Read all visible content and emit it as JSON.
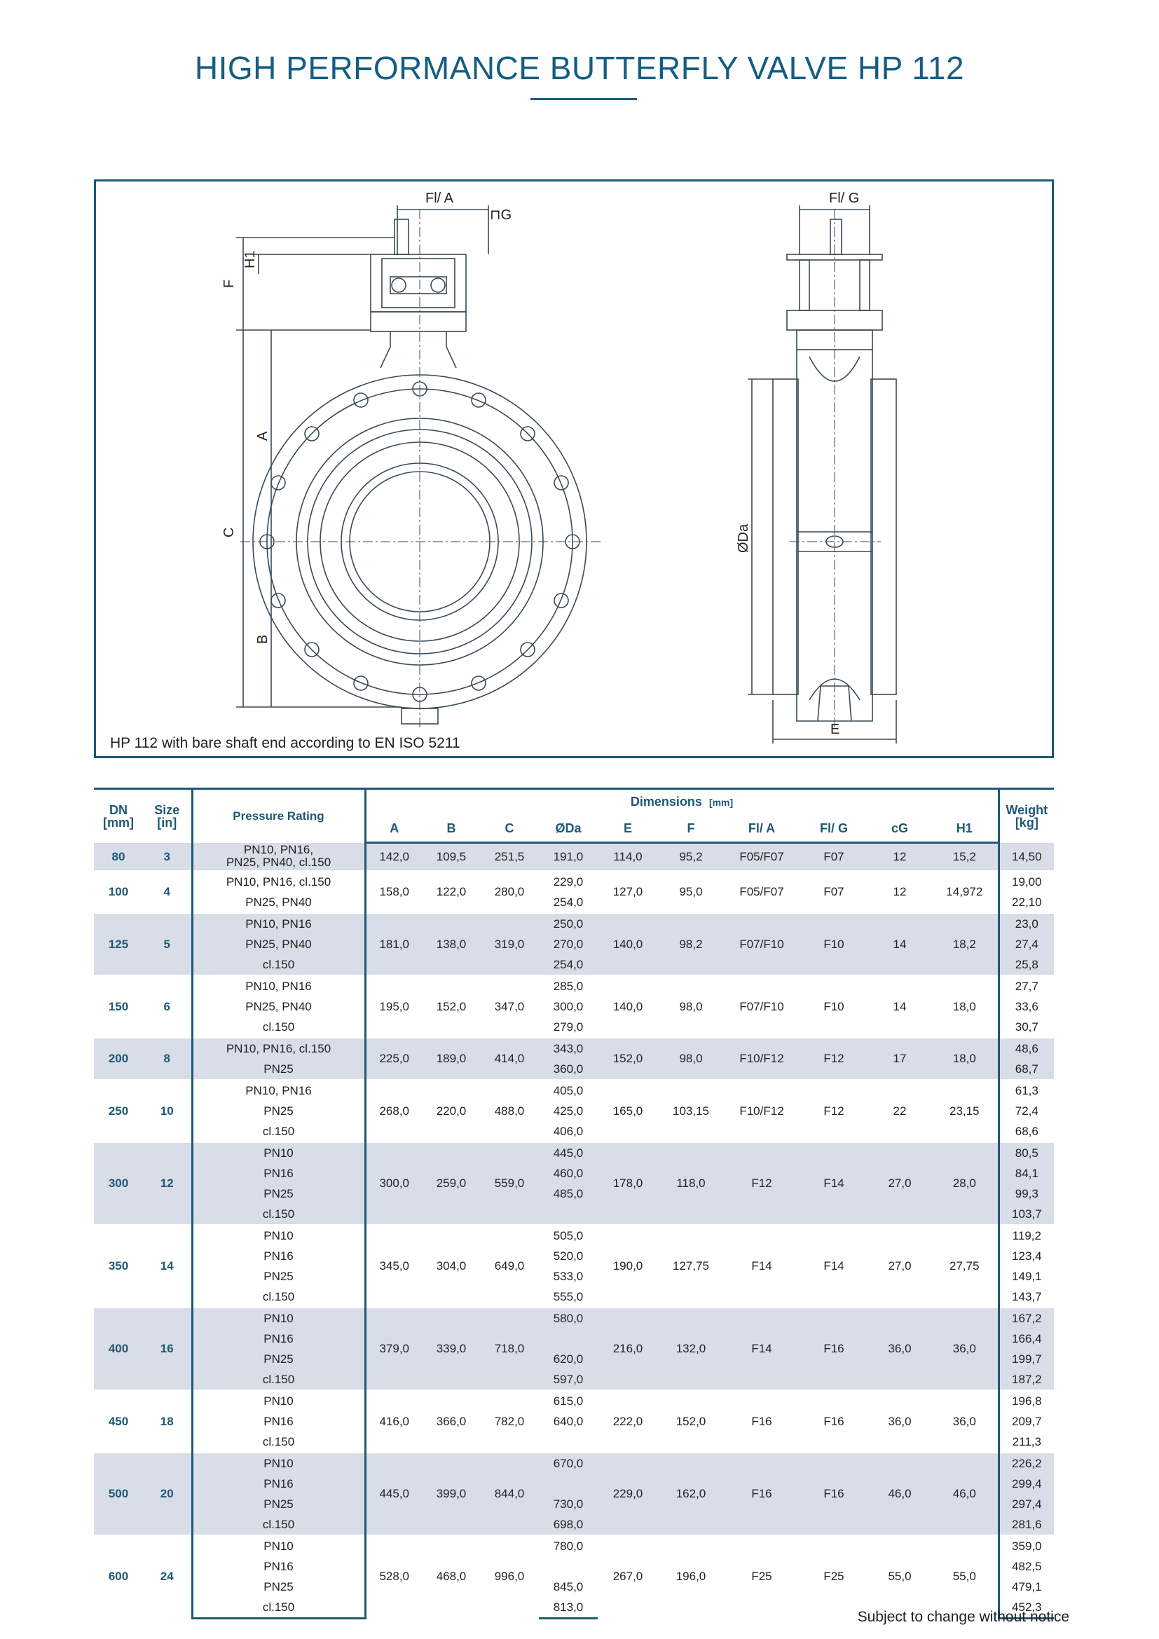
{
  "title": "HIGH PERFORMANCE BUTTERFLY VALVE HP 112",
  "caption": "HP 112 with bare shaft end according to EN ISO 5211",
  "footer_note": "Subject to change without notice",
  "drawing_labels": {
    "fl_a": "Fl/ A",
    "g": "⊓G",
    "h1": "H1",
    "f": "F",
    "a": "A",
    "c": "C",
    "b": "B",
    "fl_g": "Fl/ G",
    "da": "ØDa",
    "e": "E"
  },
  "table": {
    "dimensions_label": "Dimensions",
    "dimensions_unit": "[mm]",
    "headers": {
      "dn": "DN",
      "dn_unit": "[mm]",
      "size": "Size",
      "size_unit": "[in]",
      "pressure": "Pressure Rating",
      "a": "A",
      "b": "B",
      "c": "C",
      "da": "ØDa",
      "e": "E",
      "f": "F",
      "fla": "Fl/ A",
      "flg": "Fl/ G",
      "cg": "cG",
      "h1": "H1",
      "weight": "Weight",
      "weight_unit": "[kg]"
    },
    "groups": [
      {
        "dn": "80",
        "size": "3",
        "A": "142,0",
        "B": "109,5",
        "C": "251,5",
        "E": "114,0",
        "F": "95,2",
        "FlA": "F05/F07",
        "FlG": "F07",
        "cG": "12",
        "H1": "15,2",
        "rows": [
          {
            "p": "PN10, PN16,",
            "p2": "PN25, PN40, cl.150",
            "da": "191,0",
            "w": "14,50"
          }
        ]
      },
      {
        "dn": "100",
        "size": "4",
        "A": "158,0",
        "B": "122,0",
        "C": "280,0",
        "E": "127,0",
        "F": "95,0",
        "FlA": "F05/F07",
        "FlG": "F07",
        "cG": "12",
        "H1": "14,972",
        "rows": [
          {
            "p": "PN10, PN16, cl.150",
            "da": "229,0",
            "w": "19,00"
          },
          {
            "p": "PN25, PN40",
            "da": "254,0",
            "w": "22,10"
          }
        ]
      },
      {
        "dn": "125",
        "size": "5",
        "A": "181,0",
        "B": "138,0",
        "C": "319,0",
        "E": "140,0",
        "F": "98,2",
        "FlA": "F07/F10",
        "FlG": "F10",
        "cG": "14",
        "H1": "18,2",
        "rows": [
          {
            "p": "PN10, PN16",
            "da": "250,0",
            "w": "23,0"
          },
          {
            "p": "PN25, PN40",
            "da": "270,0",
            "w": "27,4"
          },
          {
            "p": "cl.150",
            "da": "254,0",
            "w": "25,8"
          }
        ]
      },
      {
        "dn": "150",
        "size": "6",
        "A": "195,0",
        "B": "152,0",
        "C": "347,0",
        "E": "140,0",
        "F": "98,0",
        "FlA": "F07/F10",
        "FlG": "F10",
        "cG": "14",
        "H1": "18,0",
        "rows": [
          {
            "p": "PN10, PN16",
            "da": "285,0",
            "w": "27,7"
          },
          {
            "p": "PN25, PN40",
            "da": "300,0",
            "w": "33,6"
          },
          {
            "p": "cl.150",
            "da": "279,0",
            "w": "30,7"
          }
        ]
      },
      {
        "dn": "200",
        "size": "8",
        "A": "225,0",
        "B": "189,0",
        "C": "414,0",
        "E": "152,0",
        "F": "98,0",
        "FlA": "F10/F12",
        "FlG": "F12",
        "cG": "17",
        "H1": "18,0",
        "rows": [
          {
            "p": "PN10, PN16, cl.150",
            "da": "343,0",
            "w": "48,6"
          },
          {
            "p": "PN25",
            "da": "360,0",
            "w": "68,7"
          }
        ]
      },
      {
        "dn": "250",
        "size": "10",
        "A": "268,0",
        "B": "220,0",
        "C": "488,0",
        "E": "165,0",
        "F": "103,15",
        "FlA": "F10/F12",
        "FlG": "F12",
        "cG": "22",
        "H1": "23,15",
        "rows": [
          {
            "p": "PN10, PN16",
            "da": "405,0",
            "w": "61,3"
          },
          {
            "p": "PN25",
            "da": "425,0",
            "w": "72,4"
          },
          {
            "p": "cl.150",
            "da": "406,0",
            "w": "68,6"
          }
        ]
      },
      {
        "dn": "300",
        "size": "12",
        "A": "300,0",
        "B": "259,0",
        "C": "559,0",
        "E": "178,0",
        "F": "118,0",
        "FlA": "F12",
        "FlG": "F14",
        "cG": "27,0",
        "H1": "28,0",
        "rows": [
          {
            "p": "PN10",
            "da": "445,0",
            "w": "80,5"
          },
          {
            "p": "PN16",
            "da": "460,0",
            "w": "84,1"
          },
          {
            "p": "PN25",
            "da": "485,0",
            "w": "99,3"
          },
          {
            "p": "cl.150",
            "da": "",
            "w": "103,7"
          }
        ]
      },
      {
        "dn": "350",
        "size": "14",
        "A": "345,0",
        "B": "304,0",
        "C": "649,0",
        "E": "190,0",
        "F": "127,75",
        "FlA": "F14",
        "FlG": "F14",
        "cG": "27,0",
        "H1": "27,75",
        "rows": [
          {
            "p": "PN10",
            "da": "505,0",
            "w": "119,2"
          },
          {
            "p": "PN16",
            "da": "520,0",
            "w": "123,4"
          },
          {
            "p": "PN25",
            "da": "533,0",
            "w": "149,1"
          },
          {
            "p": "cl.150",
            "da": "555,0",
            "w": "143,7"
          }
        ]
      },
      {
        "dn": "400",
        "size": "16",
        "A": "379,0",
        "B": "339,0",
        "C": "718,0",
        "E": "216,0",
        "F": "132,0",
        "FlA": "F14",
        "FlG": "F16",
        "cG": "36,0",
        "H1": "36,0",
        "rows": [
          {
            "p": "PN10",
            "da": "580,0",
            "w": "167,2"
          },
          {
            "p": "PN16",
            "da": "",
            "w": "166,4"
          },
          {
            "p": "PN25",
            "da": "620,0",
            "w": "199,7"
          },
          {
            "p": "cl.150",
            "da": "597,0",
            "w": "187,2"
          }
        ]
      },
      {
        "dn": "450",
        "size": "18",
        "A": "416,0",
        "B": "366,0",
        "C": "782,0",
        "E": "222,0",
        "F": "152,0",
        "FlA": "F16",
        "FlG": "F16",
        "cG": "36,0",
        "H1": "36,0",
        "rows": [
          {
            "p": "PN10",
            "da": "615,0",
            "w": "196,8"
          },
          {
            "p": "PN16",
            "da": "640,0",
            "w": "209,7"
          },
          {
            "p": "cl.150",
            "da": "",
            "w": "211,3"
          }
        ]
      },
      {
        "dn": "500",
        "size": "20",
        "A": "445,0",
        "B": "399,0",
        "C": "844,0",
        "E": "229,0",
        "F": "162,0",
        "FlA": "F16",
        "FlG": "F16",
        "cG": "46,0",
        "H1": "46,0",
        "rows": [
          {
            "p": "PN10",
            "da": "670,0",
            "w": "226,2"
          },
          {
            "p": "PN16",
            "da": "",
            "w": "299,4"
          },
          {
            "p": "PN25",
            "da": "730,0",
            "w": "297,4"
          },
          {
            "p": "cl.150",
            "da": "698,0",
            "w": "281,6"
          }
        ]
      },
      {
        "dn": "600",
        "size": "24",
        "A": "528,0",
        "B": "468,0",
        "C": "996,0",
        "E": "267,0",
        "F": "196,0",
        "FlA": "F25",
        "FlG": "F25",
        "cG": "55,0",
        "H1": "55,0",
        "rows": [
          {
            "p": "PN10",
            "da": "780,0",
            "w": "359,0"
          },
          {
            "p": "PN16",
            "da": "",
            "w": "482,5"
          },
          {
            "p": "PN25",
            "da": "845,0",
            "w": "479,1"
          },
          {
            "p": "cl.150",
            "da": "813,0",
            "w": "452,3"
          }
        ]
      }
    ]
  }
}
